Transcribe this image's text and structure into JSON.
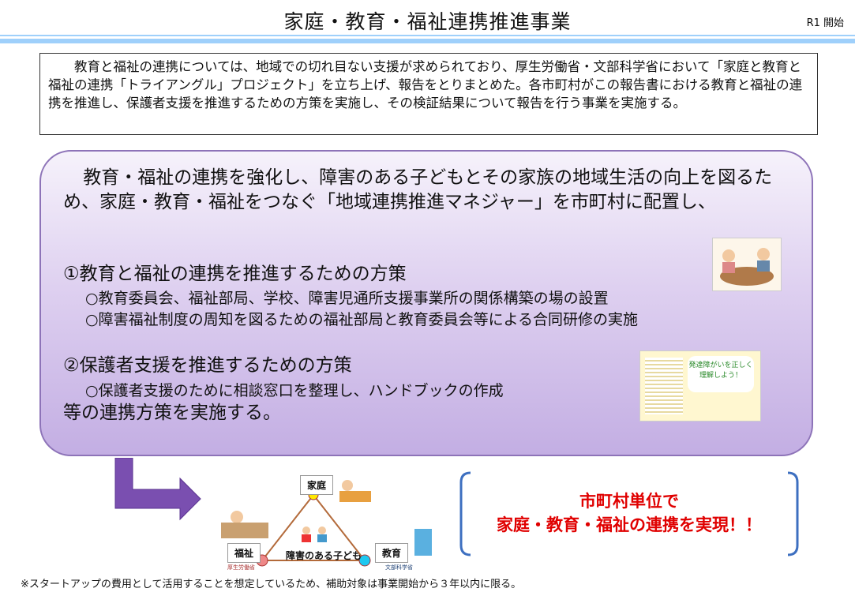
{
  "header": {
    "title": "家庭・教育・福祉連携推進事業",
    "badge": "R1 開始"
  },
  "intro": "教育と福祉の連携については、地域での切れ目ない支援が求められており、厚生労働省・文部科学省において「家庭と教育と福祉の連携「トライアングル」プロジェクト」を立ち上げ、報告をとりまとめた。各市町村がこの報告書における教育と福祉の連携を推進し、保護者支援を推進するための方策を実施し、その検証結果について報告を行う事業を実施する。",
  "main": {
    "lead": "教育・福祉の連携を強化し、障害のある子どもとその家族の地域生活の向上を図るため、家庭・教育・福祉をつなぐ「地域連携推進マネジャー」を市町村に配置し、",
    "h1": "①教育と福祉の連携を推進するための方策",
    "s1a": "○教育委員会、福祉部局、学校、障害児通所支援事業所の関係構築の場の設置",
    "s1b": "○障害福祉制度の周知を図るための福祉部局と教育委員会等による合同研修の実施",
    "h2": "②保護者支援を推進するための方策",
    "s2a": "○保護者支援のために相談窓口を整理し、ハンドブックの作成",
    "closing": "等の連携方策を実施する。",
    "book_title": "発達障がいを正しく理解しよう！"
  },
  "triangle": {
    "home": "家庭",
    "welfare": "福祉",
    "education": "教育",
    "center": "障害のある子ども",
    "mhlw": "厚生労働省",
    "mext": "文部科学省"
  },
  "result": {
    "line1": "市町村単位で",
    "line2": "家庭・教育・福祉の連携を実現！！"
  },
  "footnote": "※スタートアップの費用として活用することを想定しているため、補助対象は事業開始から３年以内に限る。"
}
